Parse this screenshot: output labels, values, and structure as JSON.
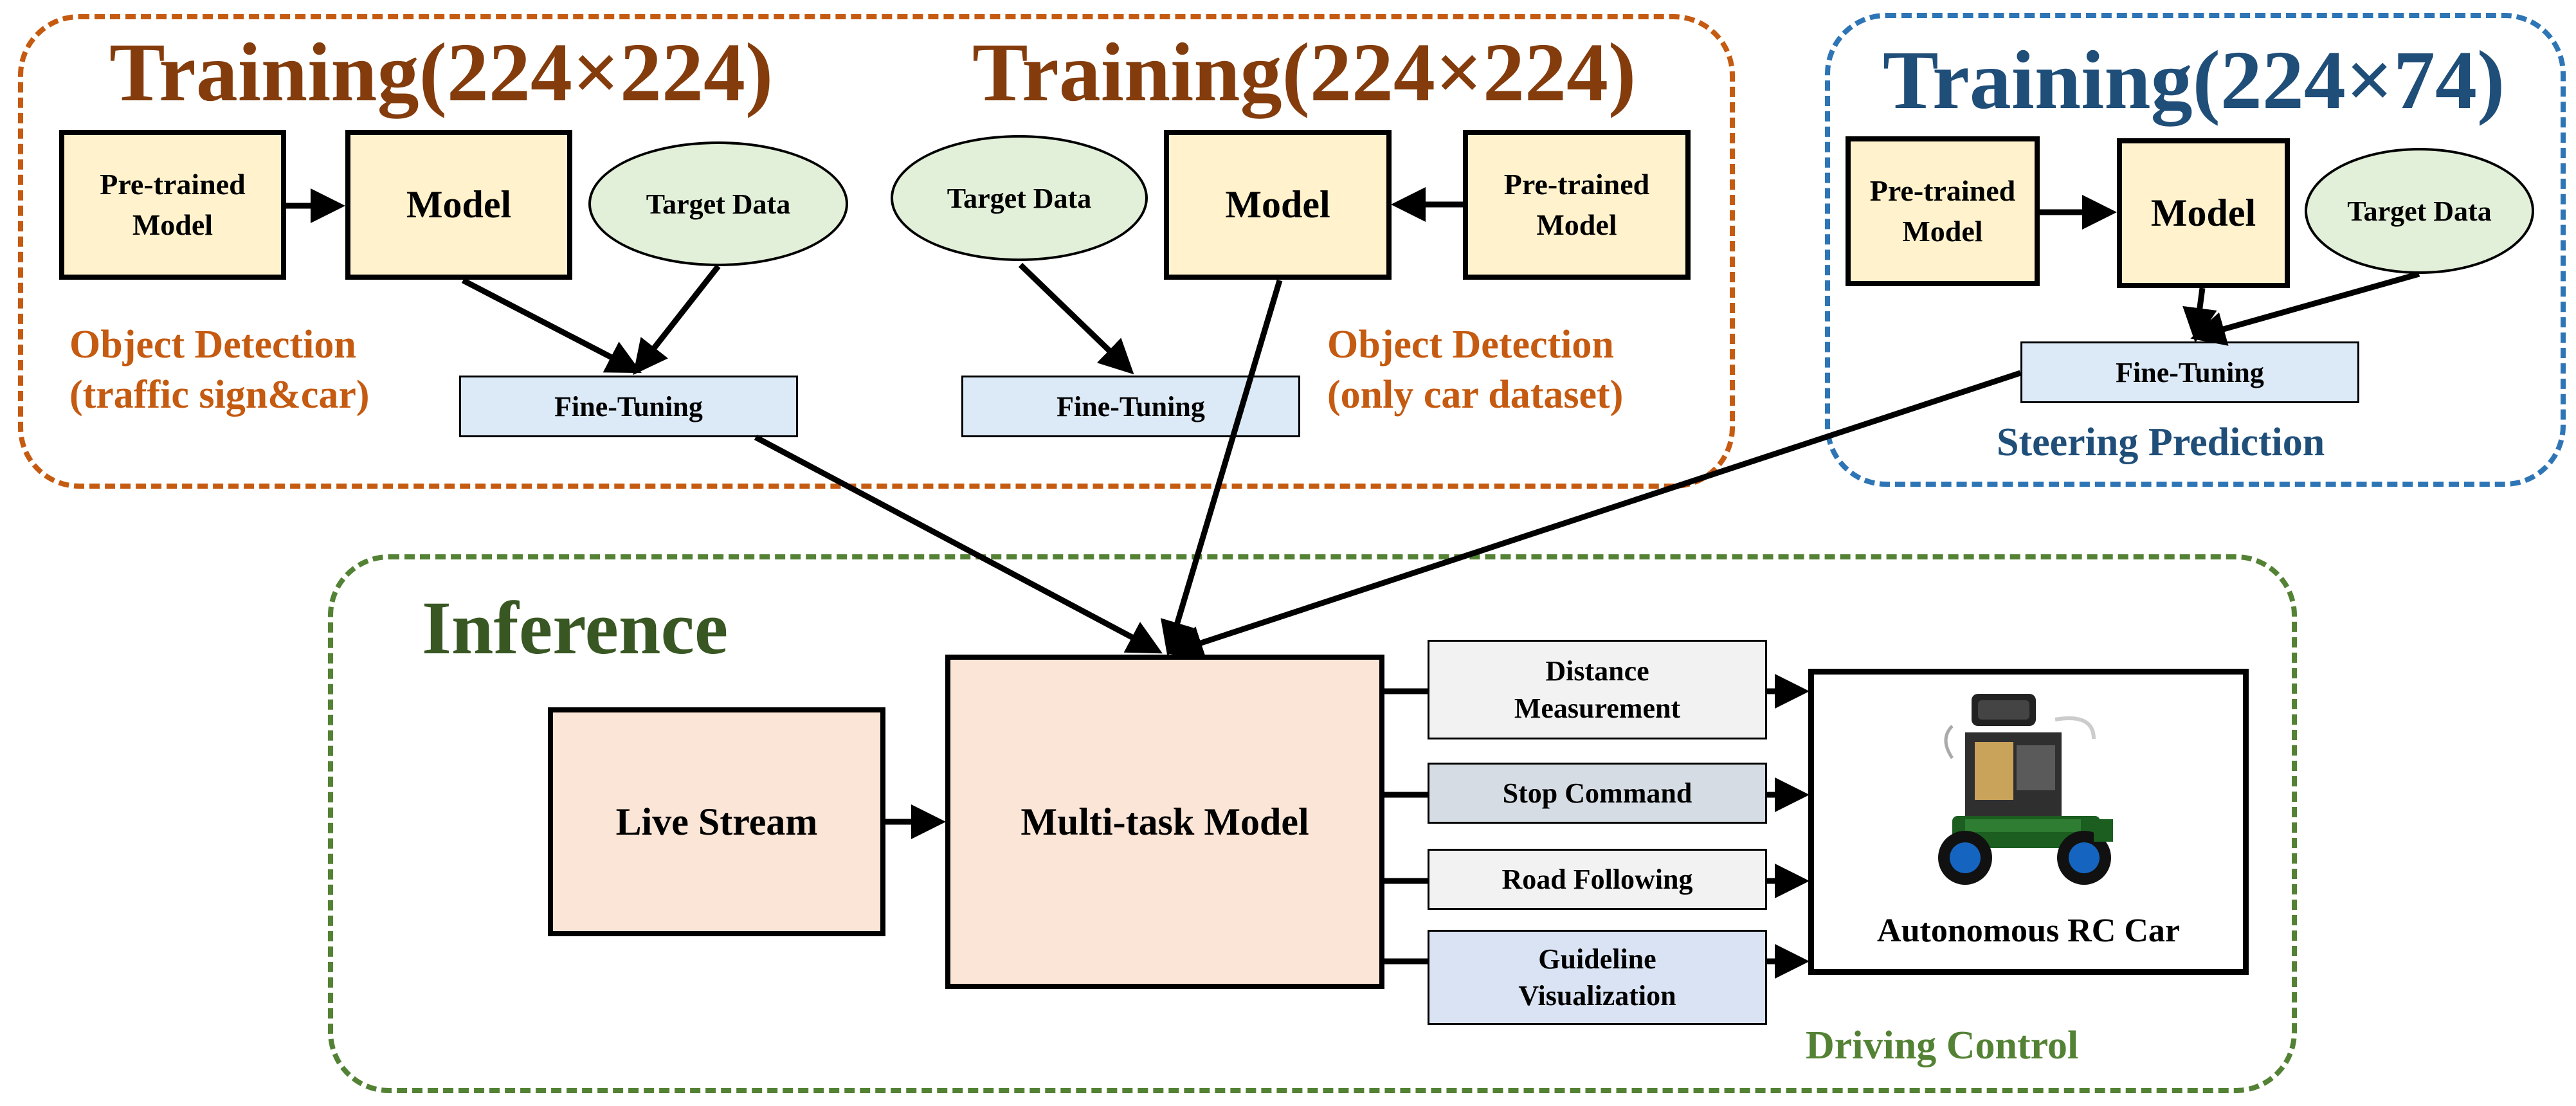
{
  "training_od_full": {
    "title": "Training(224×224)",
    "pretrained": [
      "Pre-trained",
      "Model"
    ],
    "model": "Model",
    "target": "Target Data",
    "finetune": "Fine-Tuning",
    "label": [
      "Object Detection",
      "(traffic sign&car)"
    ]
  },
  "training_od_car": {
    "title": "Training(224×224)",
    "pretrained": [
      "Pre-trained",
      "Model"
    ],
    "model": "Model",
    "target": "Target Data",
    "finetune": "Fine-Tuning",
    "label": [
      "Object Detection",
      "(only car dataset)"
    ]
  },
  "training_steering": {
    "title": "Training(224×74)",
    "pretrained": [
      "Pre-trained",
      "Model"
    ],
    "model": "Model",
    "target": "Target Data",
    "finetune": "Fine-Tuning",
    "label": "Steering Prediction"
  },
  "inference": {
    "title": "Inference",
    "live_stream": "Live Stream",
    "multitask": "Multi-task Model",
    "outputs": {
      "distance": [
        "Distance",
        "Measurement"
      ],
      "stop": "Stop Command",
      "road": "Road Following",
      "guideline": [
        "Guideline",
        "Visualization"
      ]
    },
    "car_label": "Autonomous RC Car",
    "driving_control": "Driving Control"
  },
  "colors": {
    "orange": "#c55a11",
    "brown_title": "#843c0c",
    "blue": "#2e75b6",
    "blue_title": "#1f4e79",
    "green": "#548235",
    "green_title": "#385723",
    "model_fill": "#fff2cc",
    "ellipse_fill": "#e2efd9",
    "finetune_fill": "#dce9f6",
    "multitask_fill": "#fbe5d6"
  }
}
